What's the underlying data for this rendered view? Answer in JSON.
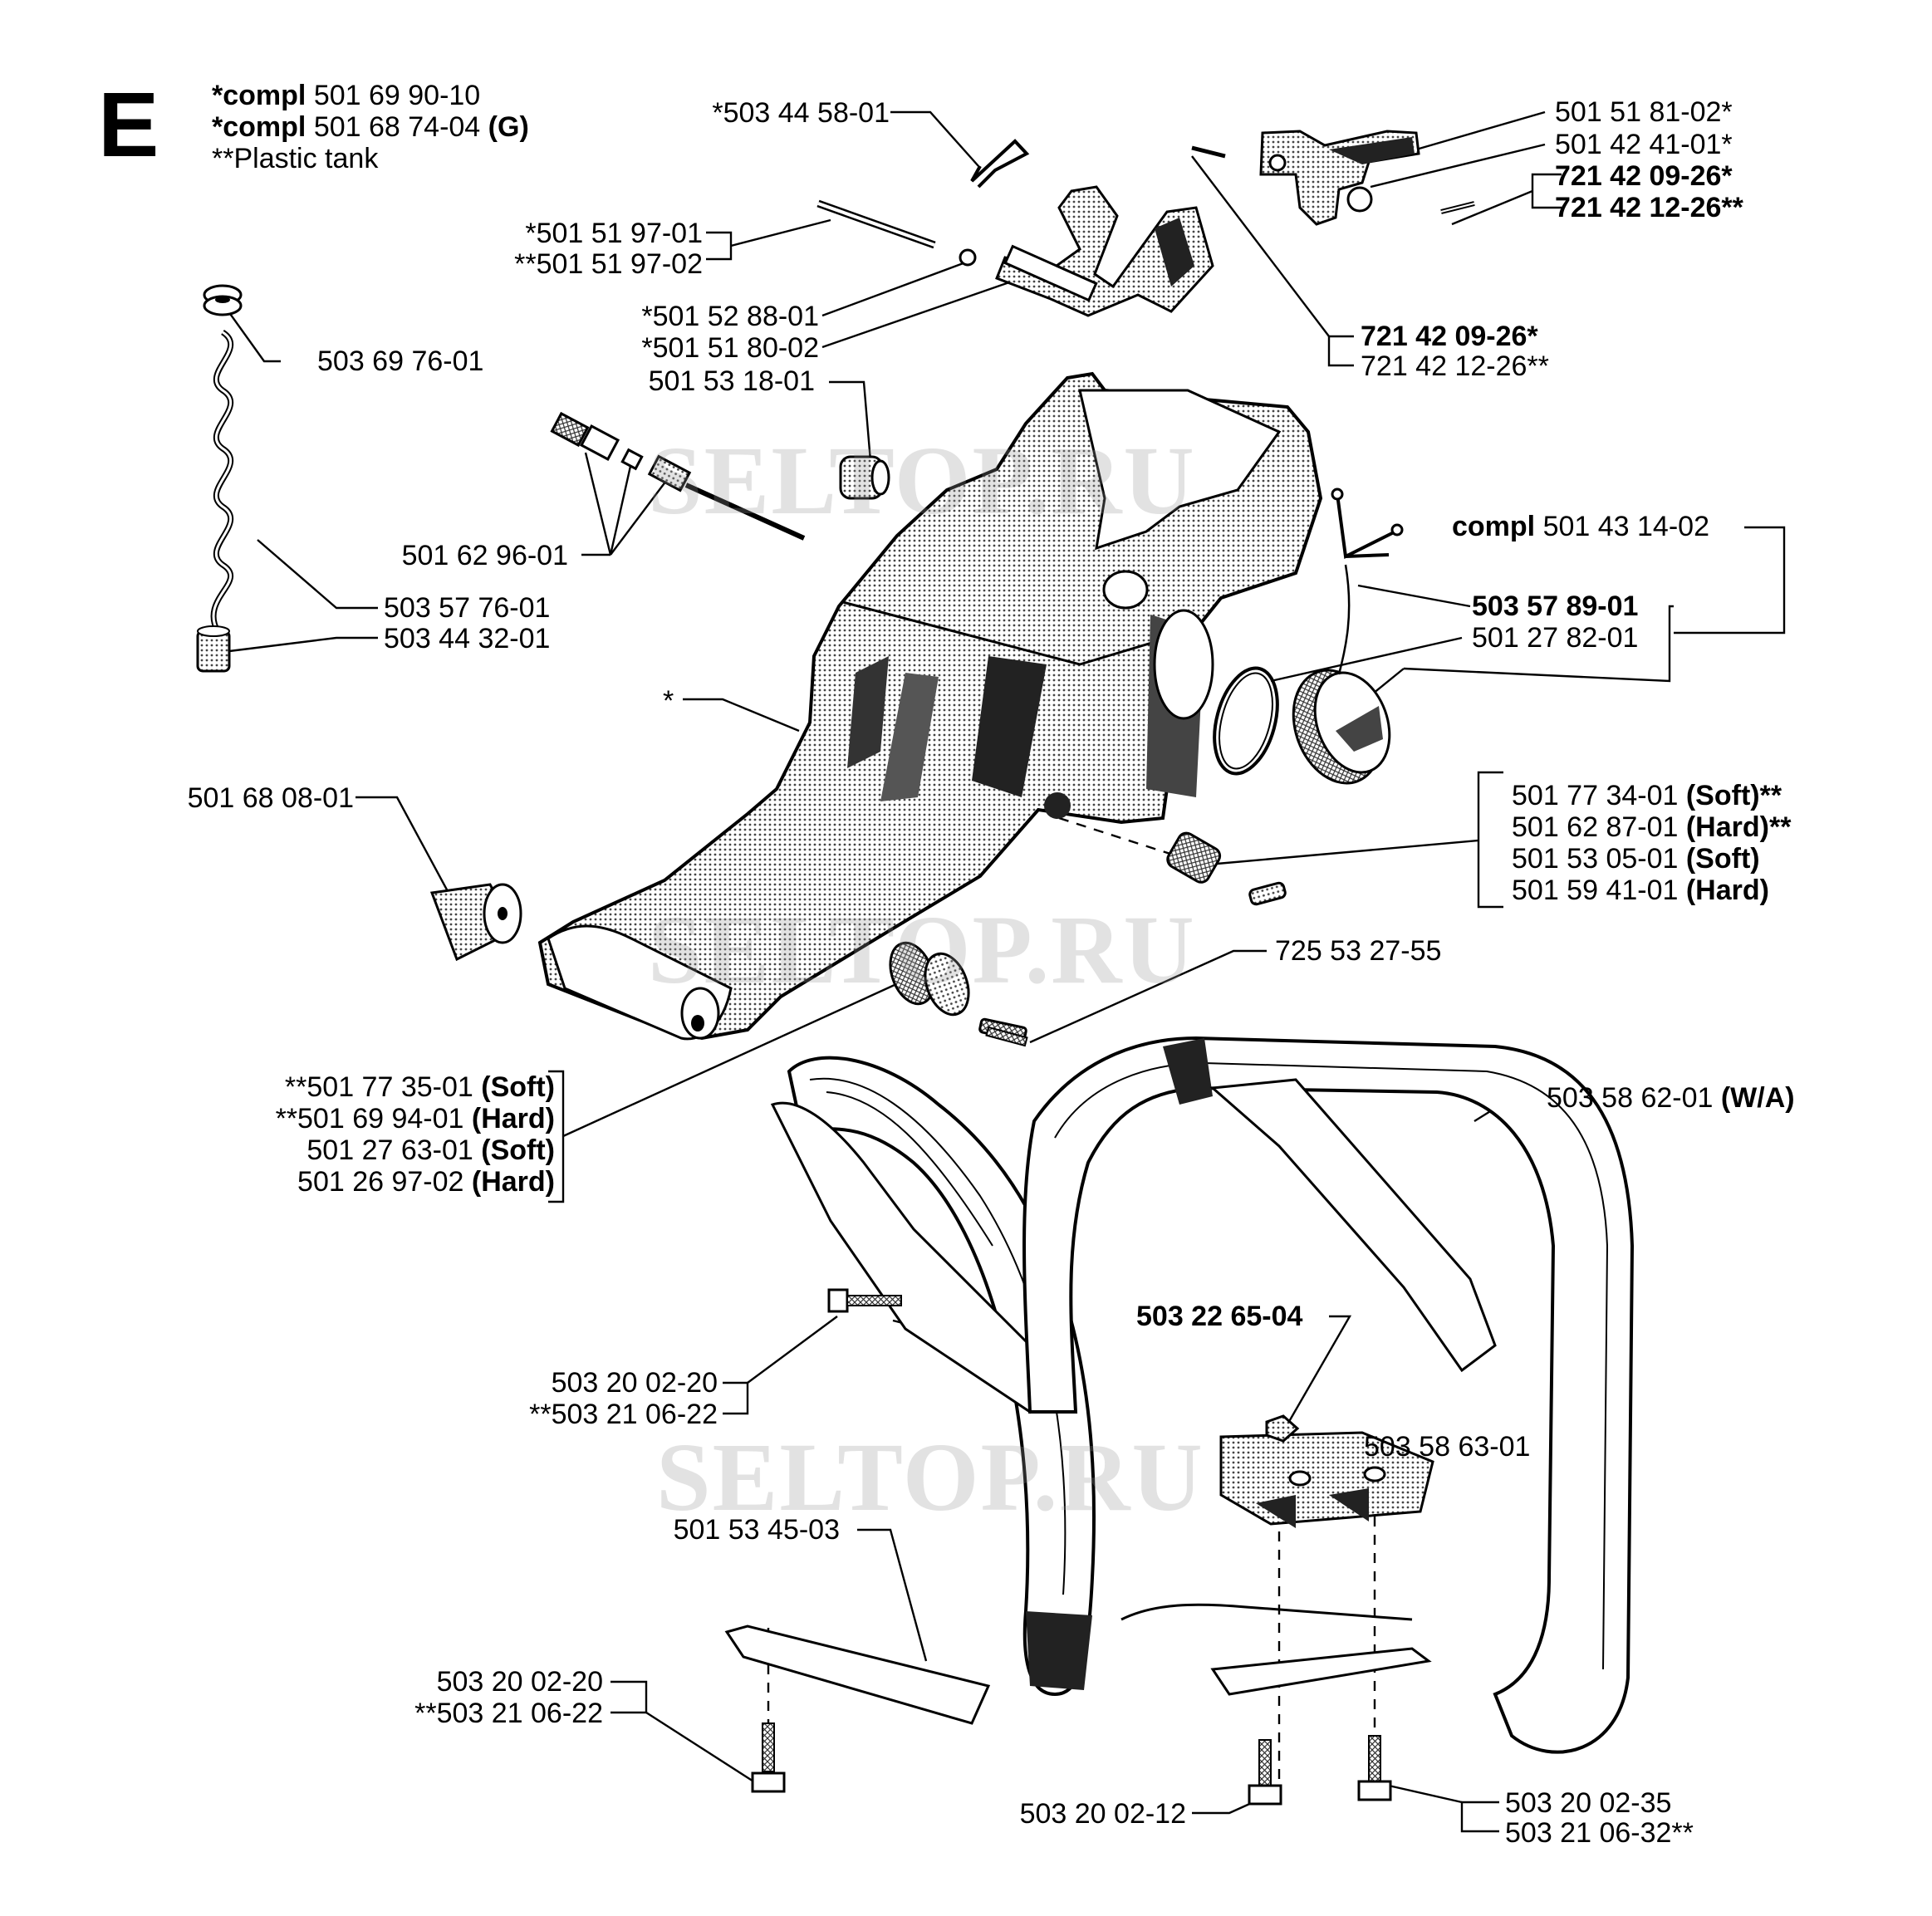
{
  "section_letter": "E",
  "header": {
    "line1_bold": "*compl",
    "line1_num": "501 69 90-10",
    "line2_bold": "*compl",
    "line2_num": "501 68 74-04",
    "line2_suffix": "(G)",
    "line3": "**Plastic tank"
  },
  "watermark": "SELTOP.RU",
  "labels": {
    "l_503_44_58_01": "*503 44 58-01",
    "l_501_51_97_01": "*501 51 97-01",
    "l_501_51_97_02": "**501 51 97-02",
    "l_501_52_88_01": "*501 52 88-01",
    "l_501_51_80_02": "*501 51 80-02",
    "l_501_53_18_01": "501 53 18-01",
    "l_503_69_76_01": "503 69 76-01",
    "l_501_62_96_01": "501 62 96-01",
    "l_503_57_76_01": "503 57 76-01",
    "l_503_44_32_01": "503 44 32-01",
    "l_star": "*",
    "l_501_68_08_01": "501 68 08-01",
    "l_501_51_81_02": "501 51 81-02*",
    "l_501_42_41_01": "501 42 41-01*",
    "l_721_42_09_26a": "721 42 09-26*",
    "l_721_42_12_26a": "721 42 12-26**",
    "l_721_42_09_26b": "721 42 09-26*",
    "l_721_42_12_26b": "721 42 12-26**",
    "l_compl_bold": "compl",
    "l_compl_num": "501 43 14-02",
    "l_503_57_89_01": "503 57 89-01",
    "l_501_27_82_01": "501 27 82-01",
    "l_501_77_34_01": "501 77 34-01",
    "l_501_77_34_01_s": "(Soft)**",
    "l_501_62_87_01": "501 62 87-01",
    "l_501_62_87_01_s": "(Hard)**",
    "l_501_53_05_01": "501 53 05-01",
    "l_501_53_05_01_s": "(Soft)",
    "l_501_59_41_01": "501 59 41-01",
    "l_501_59_41_01_s": "(Hard)",
    "l_725_53_27_55": "725 53 27-55",
    "l_501_77_35_01": "**501 77 35-01",
    "l_501_77_35_01_s": "(Soft)",
    "l_501_69_94_01": "**501 69 94-01",
    "l_501_69_94_01_s": "(Hard)",
    "l_501_27_63_01": "501 27 63-01",
    "l_501_27_63_01_s": "(Soft)",
    "l_501_26_97_02": "501 26 97-02",
    "l_501_26_97_02_s": "(Hard)",
    "l_503_58_62_01": "503 58 62-01",
    "l_503_58_62_01_s": "(W/A)",
    "l_503_22_65_04": "503 22 65-04",
    "l_503_20_02_20a": "503 20 02-20",
    "l_503_21_06_22a": "**503 21 06-22",
    "l_503_58_63_01": "503 58 63-01",
    "l_501_53_45_03": "501 53 45-03",
    "l_503_20_02_20b": "503 20 02-20",
    "l_503_21_06_22b": "**503 21 06-22",
    "l_503_20_02_12": "503 20 02-12",
    "l_503_20_02_35": "503 20 02-35",
    "l_503_21_06_32": "503 21 06-32**"
  }
}
